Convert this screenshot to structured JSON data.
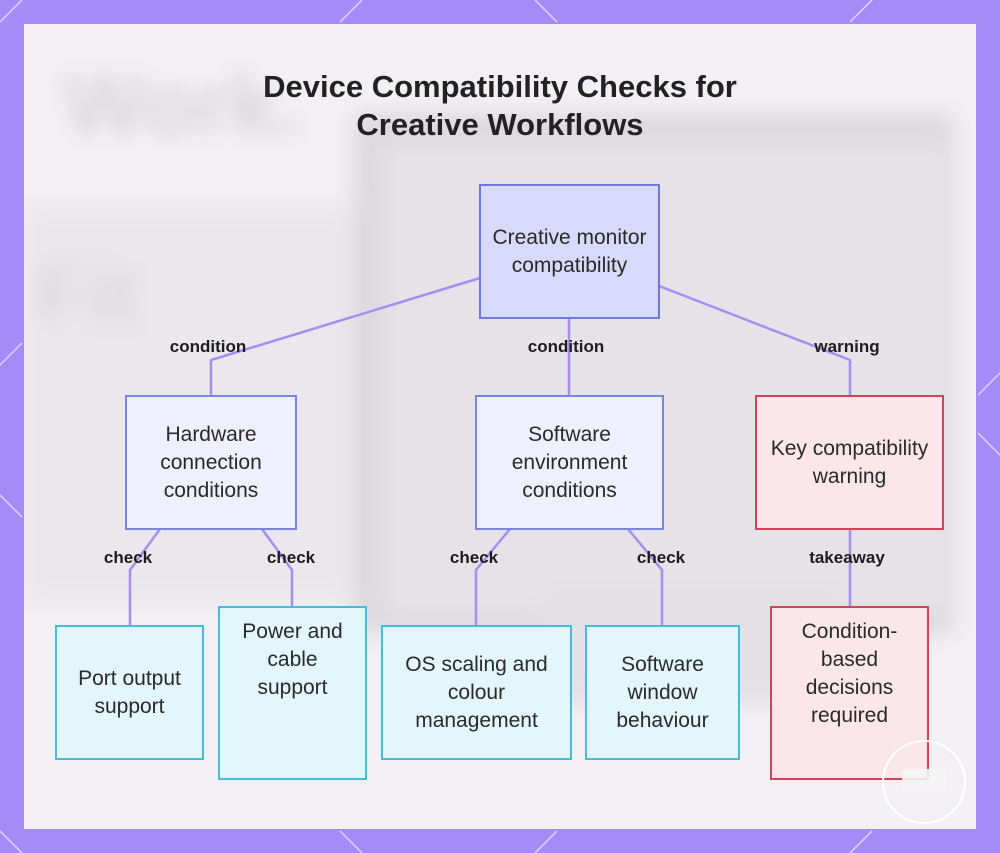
{
  "title": {
    "line1": "Device Compatibility Checks for",
    "line2": "Creative Workflows"
  },
  "nodes": {
    "root": "Creative monitor compatibility",
    "hardware": "Hardware connection conditions",
    "software": "Software environment conditions",
    "warning": "Key compatibility warning",
    "port": "Port output support",
    "power": "Power and cable support",
    "os": "OS scaling and colour management",
    "window": "Software window behaviour",
    "decisions": "Condition-based decisions required"
  },
  "edges": {
    "root_hardware": "condition",
    "root_software": "condition",
    "root_warning": "warning",
    "hardware_port": "check",
    "hardware_power": "check",
    "software_os": "check",
    "software_window": "check",
    "warning_decisions": "takeaway"
  },
  "colors": {
    "frame": "#a58bf7",
    "connector": "#a98cf0",
    "root_fill": "#d9dafb",
    "warning_border": "#d2435a",
    "leaf_border": "#45bdd9"
  },
  "icons": {
    "badge": "chat-bubble-icon"
  }
}
